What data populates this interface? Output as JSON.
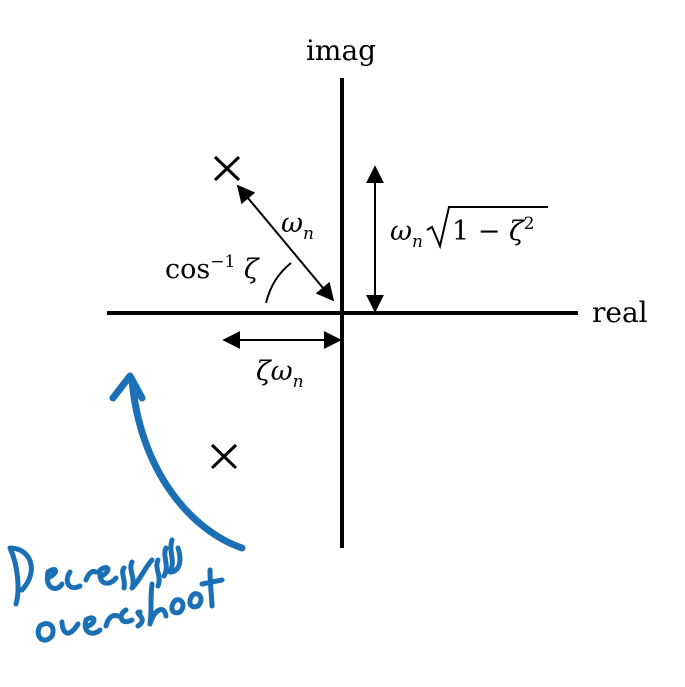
{
  "axes": {
    "imag_label": "imag",
    "real_label": "real"
  },
  "labels": {
    "omega_n": "ωn",
    "omega_n_sqrt": "ωn√1 − ζ²",
    "arccos_zeta": "cos⁻¹ ζ",
    "zeta_omega_n": "ζωn"
  },
  "poles": [
    {
      "marker": "×",
      "position": "upper-left"
    },
    {
      "marker": "×",
      "position": "lower-left"
    }
  ],
  "annotation": {
    "handwritten_text": "decreasing overshoot",
    "color": "#1a6fb5"
  },
  "colors": {
    "ink": "#000000",
    "annotation": "#1a6fb5"
  }
}
